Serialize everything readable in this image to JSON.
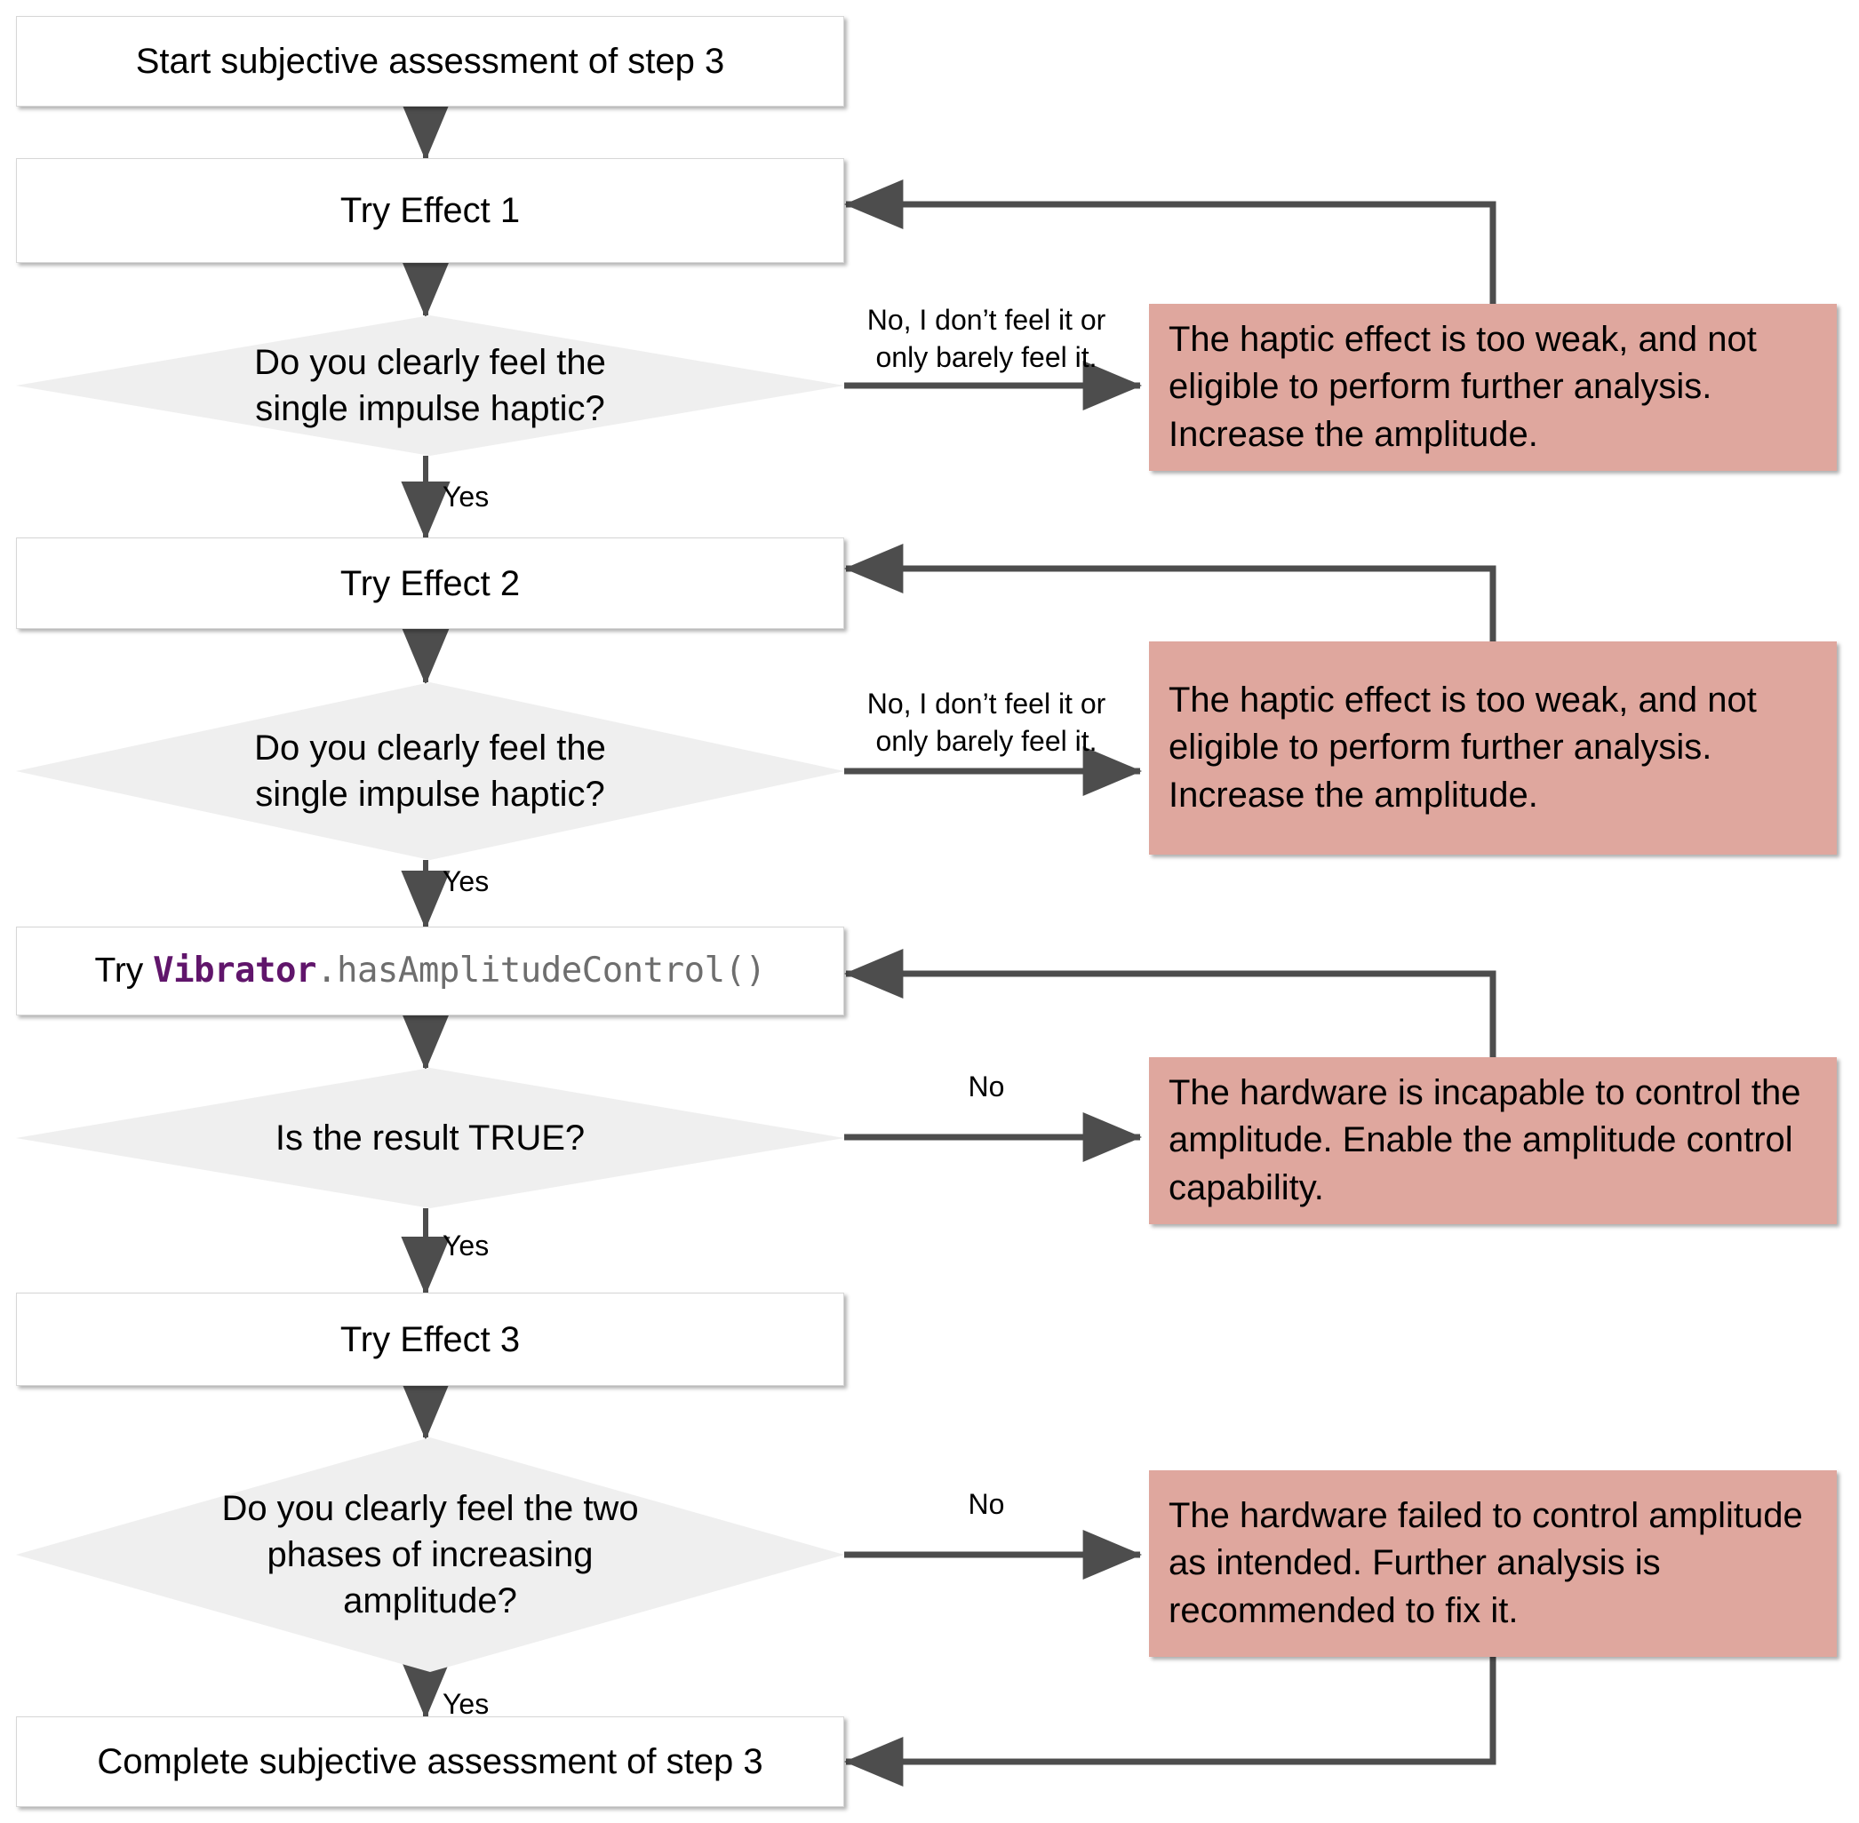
{
  "diagram": {
    "title": "Subjective assessment of step 3 flowchart",
    "colors": {
      "note_fill": "#dfa79e",
      "decision_fill": "#efefef",
      "process_fill": "#ffffff",
      "edge_stroke": "#4d4d4d",
      "code_class": "#60156b",
      "code_method": "#6e6e6e"
    },
    "nodes": {
      "start": {
        "label": "Start subjective assessment of step 3"
      },
      "try_effect_1": {
        "label": "Try Effect 1"
      },
      "decision_1": {
        "label": "Do you clearly feel the\nsingle impulse haptic?"
      },
      "note_1": {
        "label": "The haptic effect is too weak, and not eligible to perform further analysis. Increase the amplitude."
      },
      "try_effect_2": {
        "label": "Try Effect 2"
      },
      "decision_2": {
        "label": "Do you clearly feel the\nsingle impulse haptic?"
      },
      "note_2": {
        "label": "The haptic effect is too weak, and not eligible to perform further analysis. Increase the amplitude."
      },
      "try_has_amplitude_control": {
        "prefix": "Try ",
        "class_name": "Vibrator",
        "method": ".hasAmplitudeControl()"
      },
      "decision_3": {
        "label": "Is the result TRUE?"
      },
      "note_3": {
        "label": "The hardware is incapable to control the amplitude. Enable the amplitude control capability."
      },
      "try_effect_3": {
        "label": "Try Effect 3"
      },
      "decision_4": {
        "label": "Do you clearly feel the two\nphases of increasing\namplitude?"
      },
      "note_4": {
        "label": "The hardware failed to control amplitude as intended. Further analysis is recommended to fix it."
      },
      "complete": {
        "label": "Complete subjective assessment of step 3"
      }
    },
    "edge_labels": {
      "no_feel_1": "No, I don’t feel it or\nonly barely feel it.",
      "yes_1": "Yes",
      "no_feel_2": "No, I don’t feel it or\nonly barely feel it.",
      "yes_2": "Yes",
      "no_3": "No",
      "yes_3": "Yes",
      "no_4": "No",
      "yes_4": "Yes"
    }
  }
}
